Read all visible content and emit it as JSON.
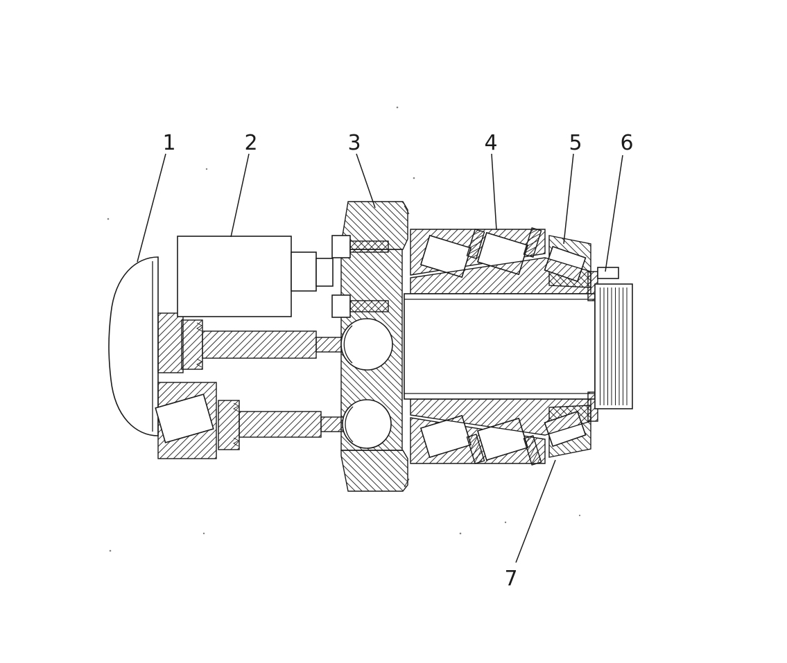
{
  "colors": {
    "ink-color": "#1a1a1a",
    "paper-color": "#ffffff"
  },
  "figure": {
    "kind": "patent-style sectional drawing of a shaft, gear and tapered roller bearing assembly",
    "labels": [
      {
        "ref": "1"
      },
      {
        "ref": "2"
      },
      {
        "ref": "3"
      },
      {
        "ref": "4"
      },
      {
        "ref": "5"
      },
      {
        "ref": "6"
      },
      {
        "ref": "7"
      }
    ]
  }
}
